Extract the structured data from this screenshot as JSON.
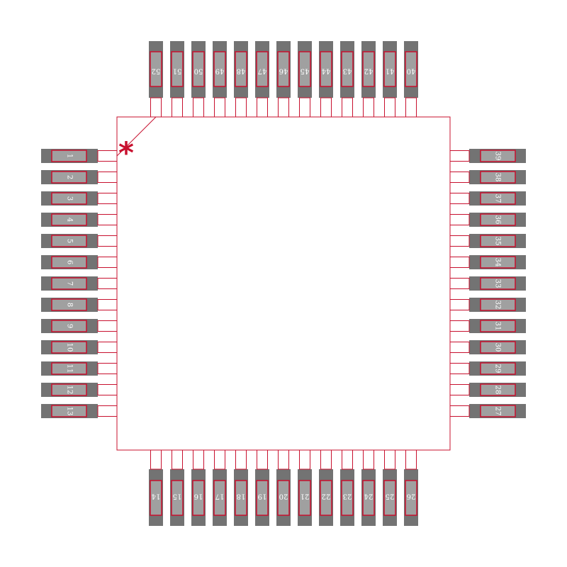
{
  "colors": {
    "background": "#ffffff",
    "pad_dark": "#737373",
    "pad_inner": "#a0a0a0",
    "outline": "#c8102e"
  },
  "pin1_marker": "*",
  "pins": {
    "left": [
      "1",
      "2",
      "3",
      "4",
      "5",
      "6",
      "7",
      "8",
      "9",
      "10",
      "11",
      "12",
      "13"
    ],
    "bottom": [
      "14",
      "15",
      "16",
      "17",
      "18",
      "19",
      "20",
      "21",
      "22",
      "23",
      "24",
      "25",
      "26"
    ],
    "right": [
      "27",
      "28",
      "29",
      "30",
      "31",
      "32",
      "33",
      "34",
      "35",
      "36",
      "37",
      "38",
      "39"
    ],
    "top": [
      "40",
      "41",
      "42",
      "43",
      "44",
      "45",
      "46",
      "47",
      "48",
      "49",
      "50",
      "51",
      "52"
    ]
  }
}
